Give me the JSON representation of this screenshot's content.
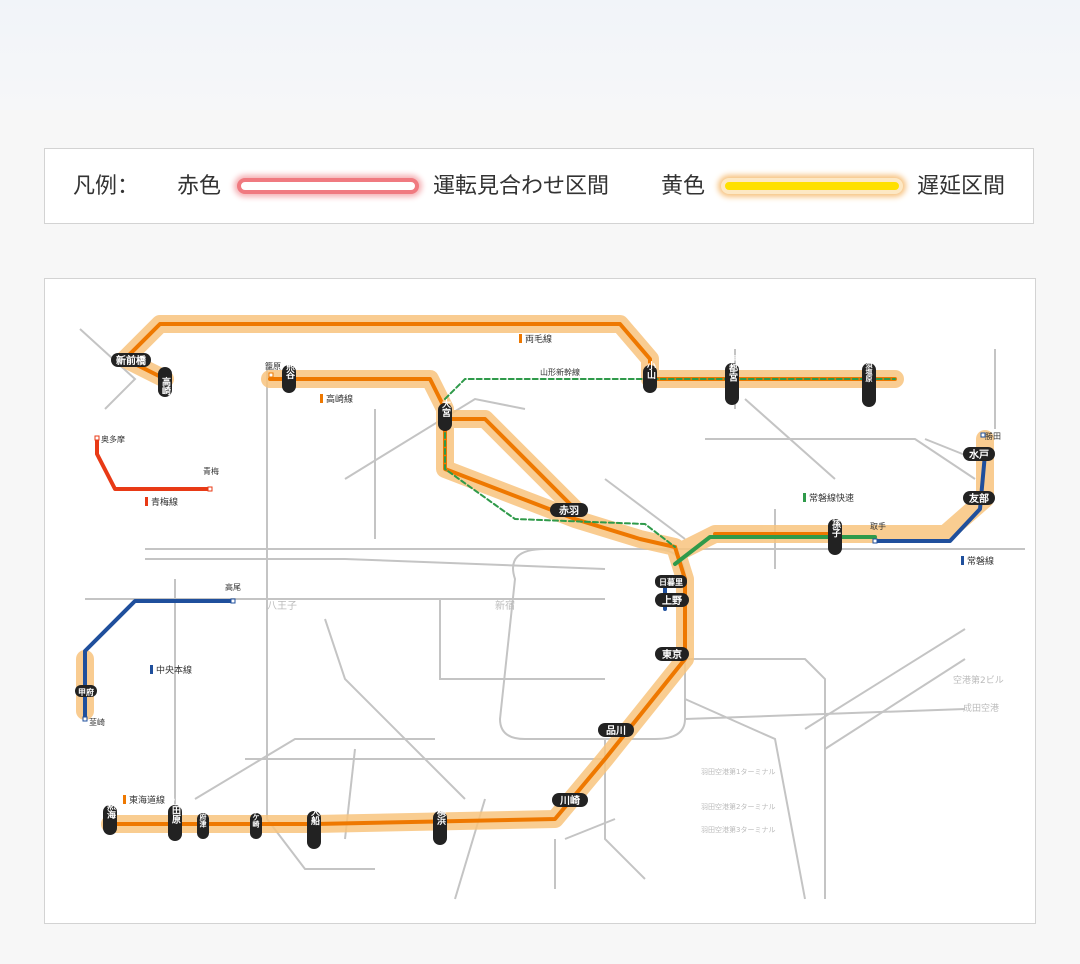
{
  "legend": {
    "prefix": "凡例：",
    "red_word": "赤色",
    "red_meaning": "運転見合わせ区間",
    "yellow_word": "黄色",
    "yellow_meaning": "遅延区間",
    "colors": {
      "red": "#f07a80",
      "yellow": "#ffe000",
      "halo": "#f7c27e"
    }
  },
  "map": {
    "line_colors": {
      "delay_halo": "#f8c47e",
      "orange": "#ee7800",
      "red": "#e83a16",
      "blue": "#1f4f9c",
      "green": "#2f9a4a",
      "gray": "#b9b9b9"
    },
    "line_labels": {
      "ryomo": "両毛線",
      "yamagata": "山形新幹線",
      "takasaki": "高崎線",
      "ome": "青梅線",
      "chuo": "中央本線",
      "joban_rapid": "常磐線快速",
      "joban": "常磐線",
      "tokaido": "東海道線"
    },
    "stations": {
      "shinmaebashi": "新前橋",
      "takasaki": "高崎",
      "kagohara": "籠原",
      "kumagaya": "熊谷",
      "omiya": "大宮",
      "oyama": "小山",
      "utsunomiya": "宇都宮",
      "nasushiobara": "那須塩原",
      "okutama": "奥多摩",
      "ome": "青梅",
      "takao": "高尾",
      "kofu": "甲府",
      "nirasaki": "韮崎",
      "akabane": "赤羽",
      "nippori": "日暮里",
      "ueno": "上野",
      "tokyo": "東京",
      "shinagawa": "品川",
      "kawasaki": "川崎",
      "yokohama": "横浜",
      "ofuna": "大船",
      "chigasaki": "茅ケ崎",
      "kozu": "国府津",
      "odawara": "小田原",
      "atami": "熱海",
      "abiko": "我孫子",
      "toride": "取手",
      "tomobe": "友部",
      "mito": "水戸",
      "katsuta": "勝田"
    },
    "faint_labels": {
      "shinjuku": "新宿",
      "hachioji": "八王子",
      "airport1": "空港第2ビル",
      "airport2": "成田空港",
      "haneda1": "羽田空港第1ターミナル",
      "haneda2": "羽田空港第2ターミナル",
      "haneda3": "羽田空港第3ターミナル"
    }
  }
}
